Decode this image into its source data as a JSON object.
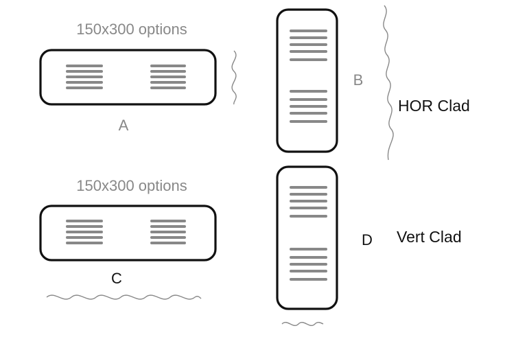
{
  "labels": {
    "option_top": "150x300 options",
    "option_bottom": "150x300 options",
    "a": "A",
    "b": "B",
    "c": "C",
    "d": "D",
    "hor_clad": "HOR Clad",
    "vert_clad": "Vert Clad"
  },
  "colors": {
    "outline": "#111111",
    "bars": "#888888",
    "grey_text": "#888888",
    "black_text": "#111111"
  },
  "panels": {
    "a": {
      "orientation": "horizontal",
      "bar_groups": 2,
      "bars_per_group": 5
    },
    "b": {
      "orientation": "vertical",
      "bar_groups": 2,
      "bars_per_group": 5
    },
    "c": {
      "orientation": "horizontal",
      "bar_groups": 2,
      "bars_per_group": 5
    },
    "d": {
      "orientation": "vertical",
      "bar_groups": 2,
      "bars_per_group": 5
    }
  }
}
